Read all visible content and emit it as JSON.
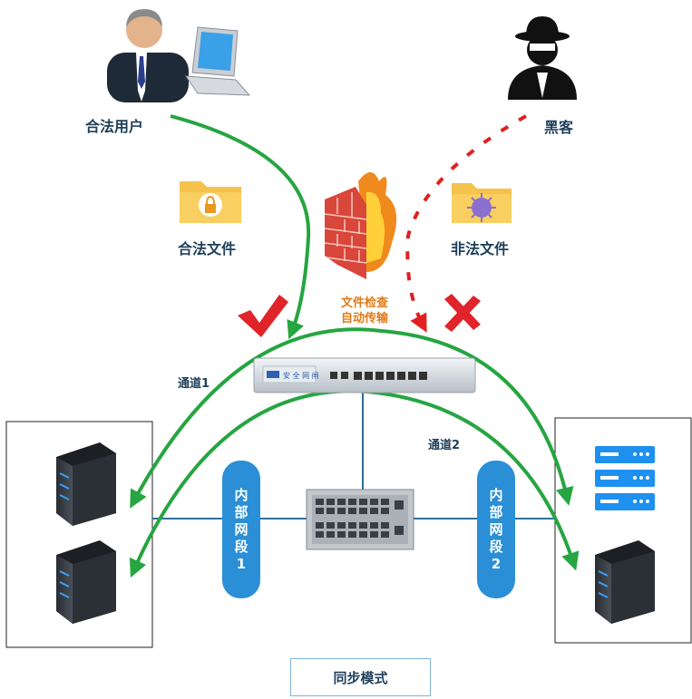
{
  "labels": {
    "legit_user": "合法用户",
    "hacker": "黑客",
    "legit_file": "合法文件",
    "illegal_file": "非法文件",
    "inspection": "文件检查",
    "auto_transfer": "自动传输",
    "channel1": "通道1",
    "channel2": "通道2",
    "segment1_chars": [
      "内",
      "部",
      "网",
      "段",
      "1"
    ],
    "segment2_chars": [
      "内",
      "部",
      "网",
      "段",
      "2"
    ],
    "mode": "同步模式"
  },
  "colors": {
    "green_arrow": "#26a541",
    "red_dotted": "#e02020",
    "pill_blue": "#2a8fd6",
    "orange_text": "#e07a17",
    "dark_text": "#1f3f5a"
  },
  "icons": [
    "user-laptop-icon",
    "hacker-icon",
    "lock-folder-icon",
    "virus-folder-icon",
    "firewall-icon",
    "check-icon",
    "cross-icon",
    "gateway-device-icon",
    "switch-icon",
    "server-rack-icon",
    "server-list-icon"
  ]
}
